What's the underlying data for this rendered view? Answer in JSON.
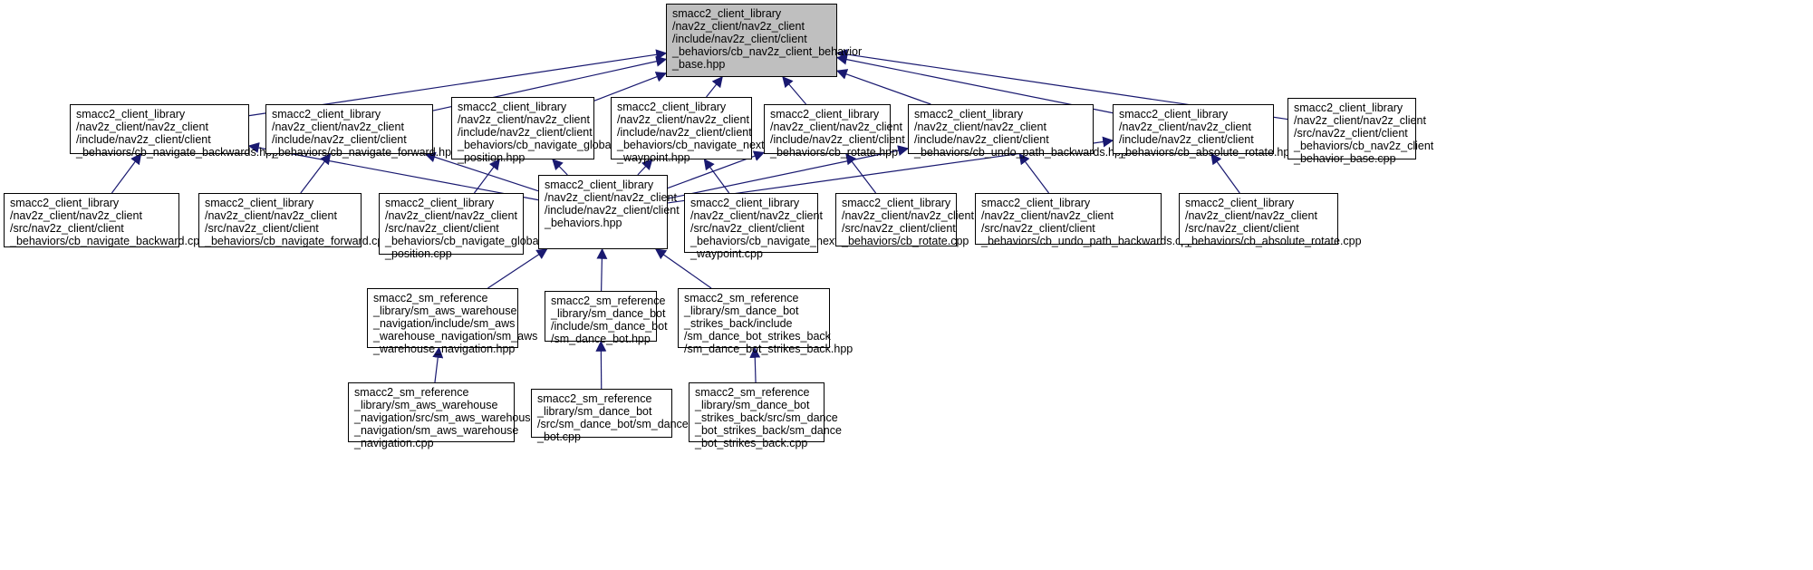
{
  "colors": {
    "edge": "#191970",
    "border": "#000000",
    "root_fill": "#bfbfbf",
    "node_fill": "#ffffff"
  },
  "nodes": [
    {
      "id": "root",
      "lines": [
        "smacc2_client_library",
        "/nav2z_client/nav2z_client",
        "/include/nav2z_client/client",
        "_behaviors/cb_nav2z_client_behavior",
        "_base.hpp"
      ]
    },
    {
      "id": "nb_hpp",
      "lines": [
        "smacc2_client_library",
        "/nav2z_client/nav2z_client",
        "/include/nav2z_client/client",
        "_behaviors/cb_navigate_backwards.hpp"
      ]
    },
    {
      "id": "nf_hpp",
      "lines": [
        "smacc2_client_library",
        "/nav2z_client/nav2z_client",
        "/include/nav2z_client/client",
        "_behaviors/cb_navigate_forward.hpp"
      ]
    },
    {
      "id": "ngp_hpp",
      "lines": [
        "smacc2_client_library",
        "/nav2z_client/nav2z_client",
        "/include/nav2z_client/client",
        "_behaviors/cb_navigate_global",
        "_position.hpp"
      ]
    },
    {
      "id": "nnw_hpp",
      "lines": [
        "smacc2_client_library",
        "/nav2z_client/nav2z_client",
        "/include/nav2z_client/client",
        "_behaviors/cb_navigate_next",
        "_waypoint.hpp"
      ]
    },
    {
      "id": "rot_hpp",
      "lines": [
        "smacc2_client_library",
        "/nav2z_client/nav2z_client",
        "/include/nav2z_client/client",
        "_behaviors/cb_rotate.hpp"
      ]
    },
    {
      "id": "undo_hpp",
      "lines": [
        "smacc2_client_library",
        "/nav2z_client/nav2z_client",
        "/include/nav2z_client/client",
        "_behaviors/cb_undo_path_backwards.hpp"
      ]
    },
    {
      "id": "abs_hpp",
      "lines": [
        "smacc2_client_library",
        "/nav2z_client/nav2z_client",
        "/include/nav2z_client/client",
        "_behaviors/cb_absolute_rotate.hpp"
      ]
    },
    {
      "id": "base_cpp",
      "lines": [
        "smacc2_client_library",
        "/nav2z_client/nav2z_client",
        "/src/nav2z_client/client",
        "_behaviors/cb_nav2z_client",
        "_behavior_base.cpp"
      ]
    },
    {
      "id": "nb_cpp",
      "lines": [
        "smacc2_client_library",
        "/nav2z_client/nav2z_client",
        "/src/nav2z_client/client",
        "_behaviors/cb_navigate_backward.cpp"
      ]
    },
    {
      "id": "nf_cpp",
      "lines": [
        "smacc2_client_library",
        "/nav2z_client/nav2z_client",
        "/src/nav2z_client/client",
        "_behaviors/cb_navigate_forward.cpp"
      ]
    },
    {
      "id": "ngp_cpp",
      "lines": [
        "smacc2_client_library",
        "/nav2z_client/nav2z_client",
        "/src/nav2z_client/client",
        "_behaviors/cb_navigate_global",
        "_position.cpp"
      ]
    },
    {
      "id": "cb_hpp",
      "lines": [
        "smacc2_client_library",
        "/nav2z_client/nav2z_client",
        "/include/nav2z_client/client",
        "_behaviors.hpp"
      ]
    },
    {
      "id": "nnw_cpp",
      "lines": [
        "smacc2_client_library",
        "/nav2z_client/nav2z_client",
        "/src/nav2z_client/client",
        "_behaviors/cb_navigate_next",
        "_waypoint.cpp"
      ]
    },
    {
      "id": "rot_cpp",
      "lines": [
        "smacc2_client_library",
        "/nav2z_client/nav2z_client",
        "/src/nav2z_client/client",
        "_behaviors/cb_rotate.cpp"
      ]
    },
    {
      "id": "undo_cpp",
      "lines": [
        "smacc2_client_library",
        "/nav2z_client/nav2z_client",
        "/src/nav2z_client/client",
        "_behaviors/cb_undo_path_backwards.cpp"
      ]
    },
    {
      "id": "abs_cpp",
      "lines": [
        "smacc2_client_library",
        "/nav2z_client/nav2z_client",
        "/src/nav2z_client/client",
        "_behaviors/cb_absolute_rotate.cpp"
      ]
    },
    {
      "id": "aws_hpp",
      "lines": [
        "smacc2_sm_reference",
        "_library/sm_aws_warehouse",
        "_navigation/include/sm_aws",
        "_warehouse_navigation/sm_aws",
        "_warehouse_navigation.hpp"
      ]
    },
    {
      "id": "dance_hpp",
      "lines": [
        "smacc2_sm_reference",
        "_library/sm_dance_bot",
        "/include/sm_dance_bot",
        "/sm_dance_bot.hpp"
      ]
    },
    {
      "id": "strikes_hpp",
      "lines": [
        "smacc2_sm_reference",
        "_library/sm_dance_bot",
        "_strikes_back/include",
        "/sm_dance_bot_strikes_back",
        "/sm_dance_bot_strikes_back.hpp"
      ]
    },
    {
      "id": "aws_cpp",
      "lines": [
        "smacc2_sm_reference",
        "_library/sm_aws_warehouse",
        "_navigation/src/sm_aws_warehouse",
        "_navigation/sm_aws_warehouse",
        "_navigation.cpp"
      ]
    },
    {
      "id": "dance_cpp",
      "lines": [
        "smacc2_sm_reference",
        "_library/sm_dance_bot",
        "/src/sm_dance_bot/sm_dance",
        "_bot.cpp"
      ]
    },
    {
      "id": "strikes_cpp",
      "lines": [
        "smacc2_sm_reference",
        "_library/sm_dance_bot",
        "_strikes_back/src/sm_dance",
        "_bot_strikes_back/sm_dance",
        "_bot_strikes_back.cpp"
      ]
    }
  ],
  "edges": [
    {
      "from": "nb_hpp",
      "to": "root"
    },
    {
      "from": "nf_hpp",
      "to": "root"
    },
    {
      "from": "ngp_hpp",
      "to": "root"
    },
    {
      "from": "nnw_hpp",
      "to": "root"
    },
    {
      "from": "rot_hpp",
      "to": "root"
    },
    {
      "from": "undo_hpp",
      "to": "root"
    },
    {
      "from": "abs_hpp",
      "to": "root"
    },
    {
      "from": "base_cpp",
      "to": "root"
    },
    {
      "from": "nb_cpp",
      "to": "nb_hpp"
    },
    {
      "from": "cb_hpp",
      "to": "nb_hpp"
    },
    {
      "from": "nf_cpp",
      "to": "nf_hpp"
    },
    {
      "from": "cb_hpp",
      "to": "nf_hpp"
    },
    {
      "from": "ngp_cpp",
      "to": "ngp_hpp"
    },
    {
      "from": "cb_hpp",
      "to": "ngp_hpp"
    },
    {
      "from": "cb_hpp",
      "to": "nnw_hpp"
    },
    {
      "from": "nnw_cpp",
      "to": "nnw_hpp"
    },
    {
      "from": "cb_hpp",
      "to": "rot_hpp"
    },
    {
      "from": "rot_cpp",
      "to": "rot_hpp"
    },
    {
      "from": "cb_hpp",
      "to": "undo_hpp"
    },
    {
      "from": "undo_cpp",
      "to": "undo_hpp"
    },
    {
      "from": "cb_hpp",
      "to": "abs_hpp"
    },
    {
      "from": "abs_cpp",
      "to": "abs_hpp"
    },
    {
      "from": "aws_hpp",
      "to": "cb_hpp"
    },
    {
      "from": "dance_hpp",
      "to": "cb_hpp"
    },
    {
      "from": "strikes_hpp",
      "to": "cb_hpp"
    },
    {
      "from": "aws_cpp",
      "to": "aws_hpp"
    },
    {
      "from": "dance_cpp",
      "to": "dance_hpp"
    },
    {
      "from": "strikes_cpp",
      "to": "strikes_hpp"
    }
  ]
}
